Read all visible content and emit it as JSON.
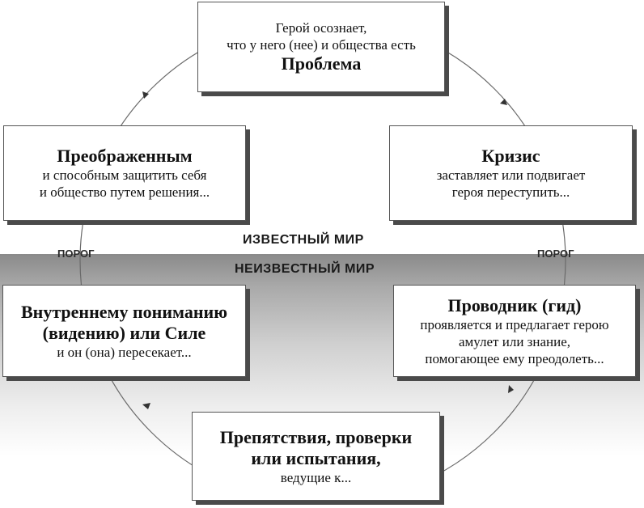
{
  "world_labels": {
    "known": "ИЗВЕСТНЫЙ МИР",
    "unknown": "НЕИЗВЕСТНЫЙ МИР"
  },
  "threshold_labels": {
    "left": "ПОРОГ",
    "right": "ПОРОГ"
  },
  "boxes": {
    "problem": {
      "line1": "Герой осознает,",
      "line2": "что у него (нее) и общества есть",
      "title": "Проблема"
    },
    "crisis": {
      "title": "Кризис",
      "line1": "заставляет или подвигает",
      "line2": "героя переступить..."
    },
    "guide": {
      "title": "Проводник (гид)",
      "line1": "проявляется и предлагает герою",
      "line2": "амулет или знание,",
      "line3": "помогающее ему преодолеть..."
    },
    "obstacles": {
      "title1": "Препятствия, проверки",
      "title2": "или испытания,",
      "line1": "ведущие к..."
    },
    "inner": {
      "title1": "Внутреннему пониманию",
      "title2": "(видению) или Силе",
      "line1": "и он (она) пересекает..."
    },
    "transformed": {
      "title": "Преображенным",
      "line1": "и способным защитить себя",
      "line2": "и общество путем решения..."
    }
  }
}
